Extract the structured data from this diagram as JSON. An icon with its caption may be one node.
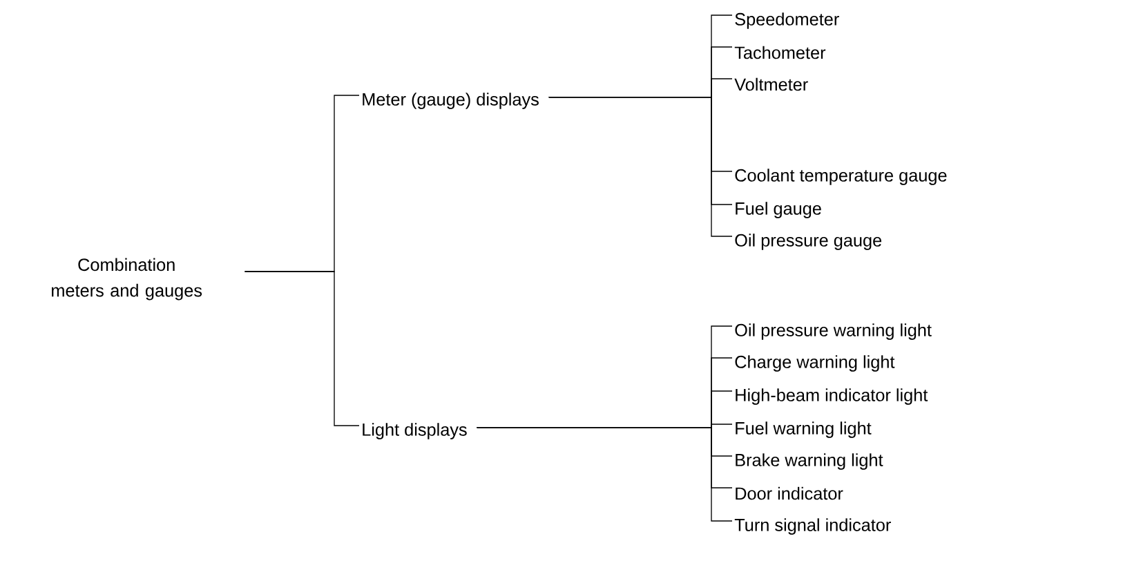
{
  "diagram": {
    "nodes": [
      {
        "text": [
          "Combination meters and gauges"
        ]
      },
      {
        "text": [
          "Meter (gauge) displays"
        ]
      },
      {
        "text": [
          "Light displays"
        ]
      },
      {
        "text": [
          "Speedometer"
        ]
      },
      {
        "text": [
          "Tachometer"
        ]
      },
      {
        "text": [
          "Voltmeter"
        ]
      },
      {
        "text": [
          "Coolant temperature gauge"
        ]
      },
      {
        "text": [
          "Fuel gauge"
        ]
      },
      {
        "text": [
          "Oil pressure gauge"
        ]
      },
      {
        "text": [
          "Oil pressure warning light"
        ]
      },
      {
        "text": [
          "Charge warning light"
        ]
      },
      {
        "text": [
          "High-beam indicator light"
        ]
      },
      {
        "text": [
          "Fuel warning light"
        ]
      },
      {
        "text": [
          "Brake warning light"
        ]
      },
      {
        "text": [
          "Door indicator"
        ]
      },
      {
        "text": [
          "Turn signal indicator"
        ]
      }
    ],
    "edges": [
      {
        "from": 0,
        "to": 1,
        "arrow": "none"
      },
      {
        "from": 0,
        "to": 2,
        "arrow": "none"
      },
      {
        "from": 1,
        "to": 3,
        "arrow": "none"
      },
      {
        "from": 1,
        "to": 4,
        "arrow": "none"
      },
      {
        "from": 1,
        "to": 5,
        "arrow": "none"
      },
      {
        "from": 1,
        "to": 6,
        "arrow": "none"
      },
      {
        "from": 1,
        "to": 7,
        "arrow": "none"
      },
      {
        "from": 1,
        "to": 8,
        "arrow": "none"
      },
      {
        "from": 2,
        "to": 9,
        "arrow": "none"
      },
      {
        "from": 2,
        "to": 10,
        "arrow": "none"
      },
      {
        "from": 2,
        "to": 11,
        "arrow": "none"
      },
      {
        "from": 2,
        "to": 12,
        "arrow": "none"
      },
      {
        "from": 2,
        "to": 13,
        "arrow": "none"
      },
      {
        "from": 2,
        "to": 14,
        "arrow": "none"
      },
      {
        "from": 2,
        "to": 15,
        "arrow": "none"
      }
    ]
  }
}
